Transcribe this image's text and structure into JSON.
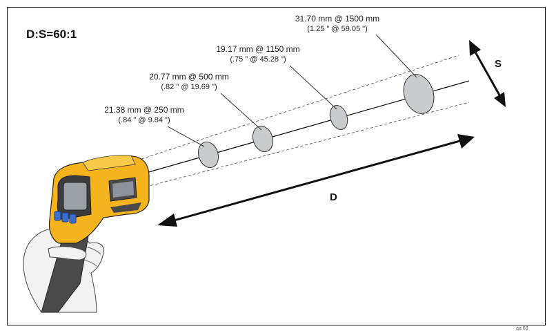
{
  "ratio_label": "D:S=60:1",
  "distance_symbol": "D",
  "spot_symbol": "S",
  "figure_id": "aa 03",
  "spots": [
    {
      "metric": "21.38 mm @ 250 mm",
      "imperial": "(.84 \" @ 9.84 \")"
    },
    {
      "metric": "20.77 mm @ 500 mm",
      "imperial": "(.82 \" @ 19.69 \")"
    },
    {
      "metric": "19.17 mm @ 1150 mm",
      "imperial": "(.75 \" @ 45.28 \")"
    },
    {
      "metric": "31.70 mm @ 1500 mm",
      "imperial": "(1.25 \" @ 59.05 \")"
    }
  ],
  "colors": {
    "device_body": "#f5b41e",
    "device_dark": "#4a4a4a",
    "screen": "#9aa0a6",
    "buttons": "#3a6fd0",
    "spot_fill": "#c9cbcf",
    "hand": "#f2f2f2"
  }
}
